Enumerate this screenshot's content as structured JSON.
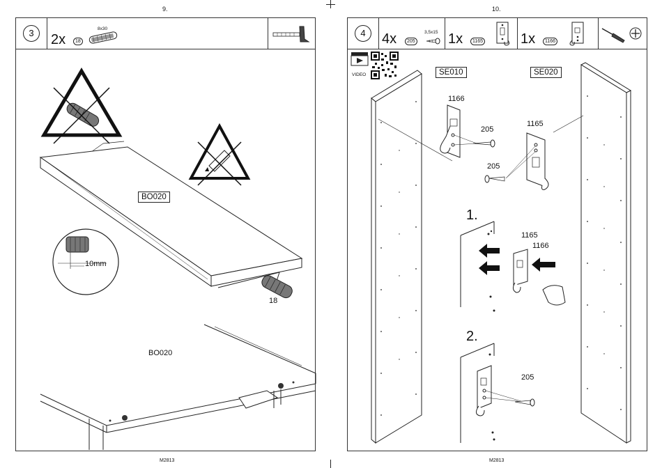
{
  "left_page": {
    "page_number": "9.",
    "footer_code": "M2813",
    "step": {
      "number": "3",
      "quantity": "2x",
      "part_number": "18",
      "part_size": "8x30"
    },
    "labels": {
      "board_top": "BO020",
      "measure": "10mm",
      "dowel": "18",
      "board_bottom": "BO020"
    }
  },
  "right_page": {
    "page_number": "10.",
    "footer_code": "M2813",
    "step": {
      "number": "4",
      "parts": [
        {
          "quantity": "4x",
          "part_number": "205",
          "part_size": "3,5x15"
        },
        {
          "quantity": "1x",
          "part_number": "1165"
        },
        {
          "quantity": "1x",
          "part_number": "1166"
        }
      ]
    },
    "video_label": "VIDEO",
    "panel_left": "SE010",
    "panel_right": "SE020",
    "labels": {
      "hinge_a": "1166",
      "screw_a": "205",
      "hinge_b": "1165",
      "screw_b": "205",
      "substep1": "1.",
      "sub1_part_a": "1165",
      "sub1_part_b": "1166",
      "substep2": "2.",
      "sub2_screw": "205"
    }
  }
}
